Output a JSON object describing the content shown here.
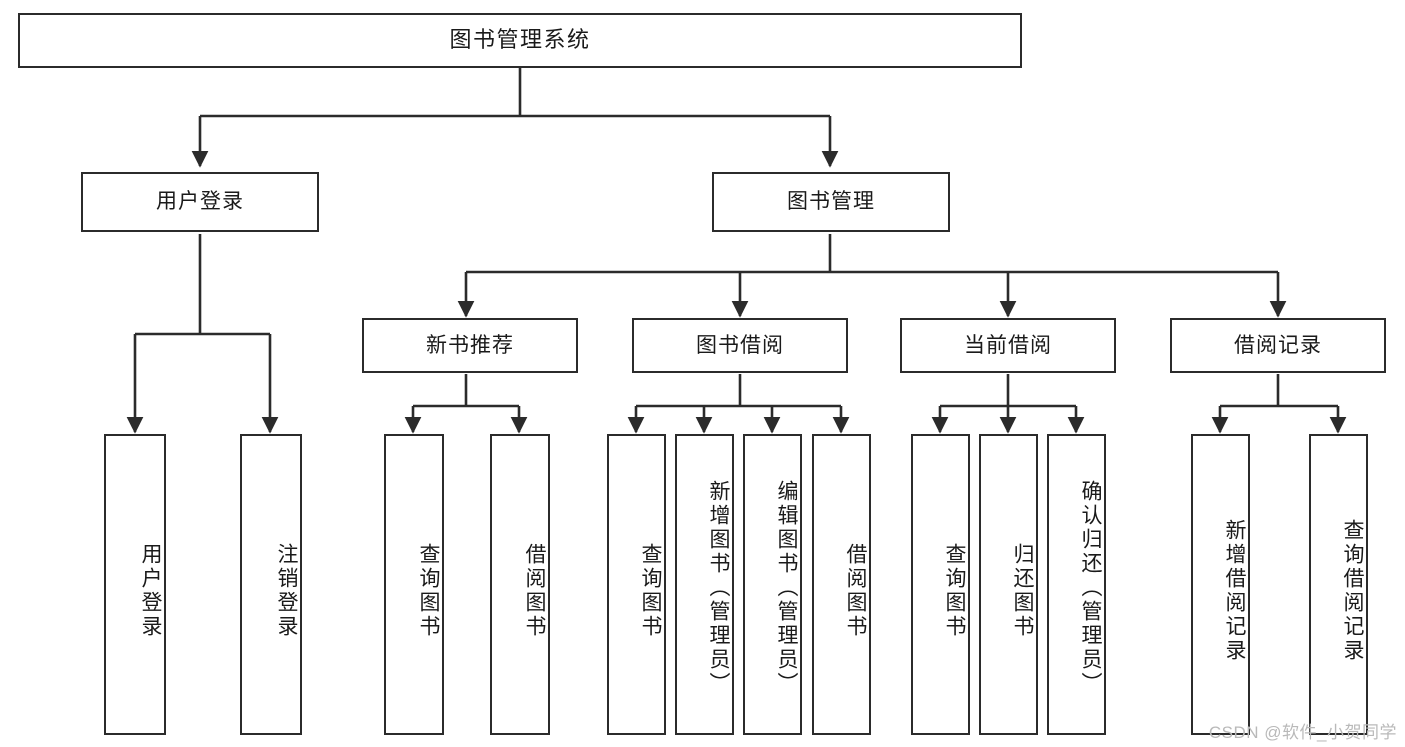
{
  "diagram": {
    "title": "图书管理系统",
    "watermark": "CSDN @软件_小贺同学",
    "line_color": "#2b2b2b",
    "box_fill": "#ffffff",
    "text_color": "#1a1a1a",
    "root": {
      "label": "图书管理系统"
    },
    "level1": [
      {
        "label": "用户登录"
      },
      {
        "label": "图书管理"
      }
    ],
    "level2": [
      {
        "label": "新书推荐"
      },
      {
        "label": "图书借阅"
      },
      {
        "label": "当前借阅"
      },
      {
        "label": "借阅记录"
      }
    ],
    "leaves": {
      "user_login": [
        {
          "label": "用户登录"
        },
        {
          "label": "注销登录"
        }
      ],
      "new_book_recommend": [
        {
          "label": "查询图书"
        },
        {
          "label": "借阅图书"
        }
      ],
      "book_borrow": [
        {
          "label": "查询图书"
        },
        {
          "label": "新增图书（管理员）"
        },
        {
          "label": "编辑图书（管理员）"
        },
        {
          "label": "借阅图书"
        }
      ],
      "current_borrow": [
        {
          "label": "查询图书"
        },
        {
          "label": "归还图书"
        },
        {
          "label": "确认归还（管理员）"
        }
      ],
      "borrow_record": [
        {
          "label": "新增借阅记录"
        },
        {
          "label": "查询借阅记录"
        }
      ]
    }
  }
}
